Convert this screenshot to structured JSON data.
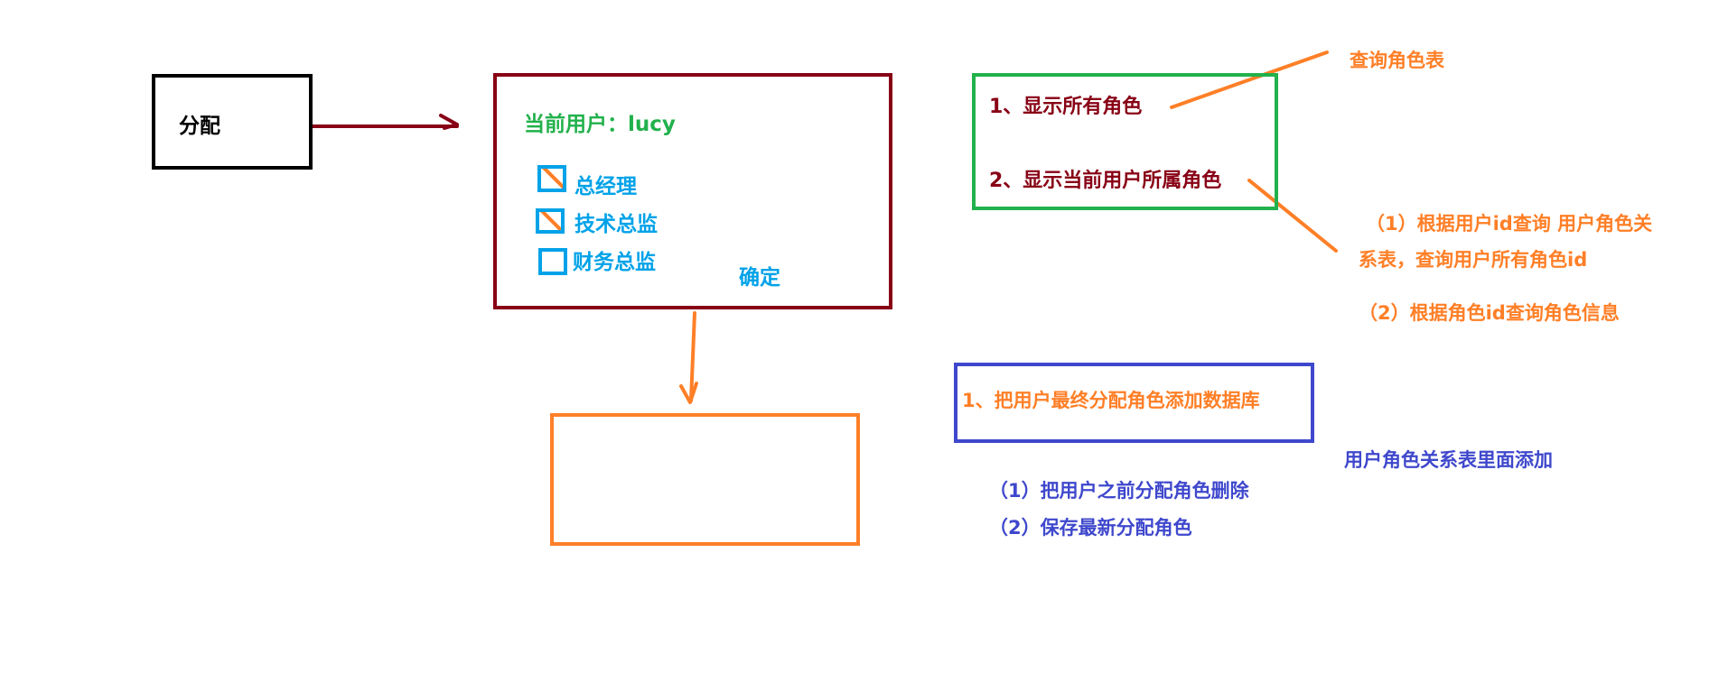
{
  "assign": {
    "label": "分配"
  },
  "dialog": {
    "current_user": "当前用户：lucy",
    "roles": [
      {
        "label": "总经理",
        "checked": true
      },
      {
        "label": "技术总监",
        "checked": true
      },
      {
        "label": "财务总监",
        "checked": false
      }
    ],
    "confirm_label": "确定"
  },
  "query": {
    "step1": "1、显示所有角色",
    "step2": "2、显示当前用户所属角色",
    "note_role_table": "查询角色表",
    "sub1_line1": "（1）根据用户id查询 用户角色关",
    "sub1_line2": "系表，查询用户所有角色id",
    "sub2": "（2）根据角色id查询角色信息"
  },
  "save": {
    "step1": "1、把用户最终分配角色添加数据库",
    "note_user_role_table": "用户角色关系表里面添加",
    "sub1": "（1）把用户之前分配角色删除",
    "sub2": "（2）保存最新分配角色"
  },
  "colors": {
    "black": "#000000",
    "dark_red": "#880015",
    "green": "#22b14c",
    "light_blue": "#00a2e8",
    "orange": "#ff7f27",
    "indigo": "#3f48cc"
  }
}
